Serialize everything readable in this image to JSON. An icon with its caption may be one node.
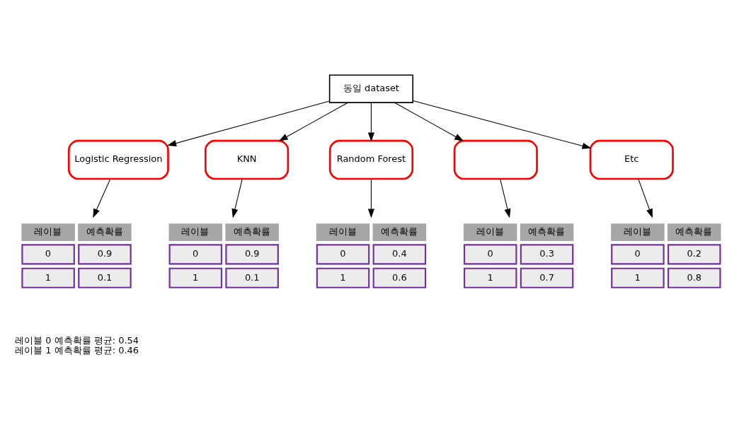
{
  "diagram": {
    "nodes": [
      {
        "text": [
          "동일 dataset"
        ]
      },
      {
        "text": [
          "Logistic Regression"
        ]
      },
      {
        "text": [
          "KNN"
        ]
      },
      {
        "text": [
          "Random Forest"
        ]
      },
      {
        "text": [],
        "shape": "box"
      },
      {
        "text": [
          "Etc"
        ]
      },
      {
        "text": [
          "레이블",
          "예측확률",
          "0",
          "0.9",
          "1",
          "0.1"
        ]
      },
      {
        "text": [
          "레이블",
          "예측확률",
          "0",
          "0.9",
          "1",
          "0.1"
        ]
      },
      {
        "text": [
          "레이블",
          "예측확률",
          "0",
          "0.4",
          "1",
          "0.6"
        ]
      },
      {
        "text": [
          "레이블",
          "예측확률",
          "0",
          "0.3",
          "1",
          "0.7"
        ]
      },
      {
        "text": [
          "레이블",
          "예측확률",
          "0",
          "0.2",
          "1",
          "0.8"
        ]
      }
    ],
    "edges": [
      {
        "from": 0,
        "to": 1,
        "arrow": "to"
      },
      {
        "from": 0,
        "to": 2,
        "arrow": "to"
      },
      {
        "from": 0,
        "to": 3,
        "arrow": "to"
      },
      {
        "from": 0,
        "to": 4,
        "arrow": "to"
      },
      {
        "from": 0,
        "to": 5,
        "arrow": "to"
      },
      {
        "from": 1,
        "to": 6,
        "arrow": "to"
      },
      {
        "from": 2,
        "to": 7,
        "arrow": "to"
      },
      {
        "from": 3,
        "to": 8,
        "arrow": "to"
      },
      {
        "from": 4,
        "to": 9,
        "arrow": "to"
      },
      {
        "from": 5,
        "to": 10,
        "arrow": "to"
      }
    ],
    "labels": [
      "레이블 0 예측확률 평균: 0.54",
      "레이블 1 예측확률 평균: 0.46"
    ]
  }
}
